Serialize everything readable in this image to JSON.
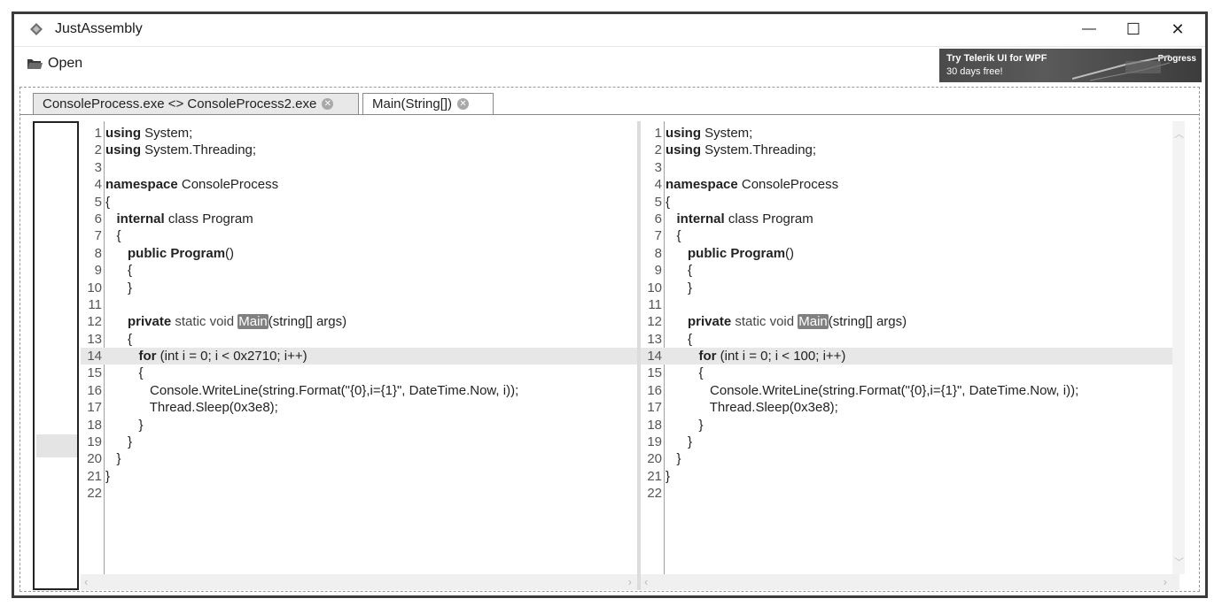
{
  "window": {
    "title": "JustAssembly",
    "minimize_glyph": "—",
    "maximize_glyph": "☐",
    "close_glyph": "✕"
  },
  "toolbar": {
    "open_label": "Open",
    "open_icon": "folder-open-icon"
  },
  "ad": {
    "line1": "Try Telerik UI for WPF",
    "line2": "30 days free!",
    "brand": "Progress"
  },
  "tabs": [
    {
      "label": "ConsoleProcess.exe <> ConsoleProcess2.exe",
      "active": false
    },
    {
      "label": "Main(String[])",
      "active": true
    }
  ],
  "left_pane": {
    "lines": [
      {
        "n": "1",
        "kw": "using",
        "rest": " System;"
      },
      {
        "n": "2",
        "kw": "using",
        "rest": " System.Threading;"
      },
      {
        "n": "3"
      },
      {
        "n": "4",
        "kw": "namespace",
        "rest": " ConsoleProcess"
      },
      {
        "n": "5",
        "rest": "{"
      },
      {
        "n": "6",
        "indent": "   ",
        "kw": "internal",
        "rest": " class Program"
      },
      {
        "n": "7",
        "indent": "   ",
        "rest": "{"
      },
      {
        "n": "8",
        "indent": "      ",
        "kw": "public Program",
        "rest": "()"
      },
      {
        "n": "9",
        "indent": "      ",
        "rest": "{"
      },
      {
        "n": "10",
        "indent": "      ",
        "rest": "}"
      },
      {
        "n": "11"
      },
      {
        "n": "12",
        "indent": "      ",
        "kw": "private",
        "mid": " static void ",
        "main": "Main",
        "rest": "(string[] args)"
      },
      {
        "n": "13",
        "indent": "      ",
        "rest": "{"
      },
      {
        "n": "14",
        "indent": "         ",
        "kw": "for",
        "rest": " (int i = 0; i < 0x2710; i++)",
        "hl": true
      },
      {
        "n": "15",
        "indent": "         ",
        "rest": "{"
      },
      {
        "n": "16",
        "indent": "            ",
        "rest": "Console.WriteLine(string.Format(\"{0},i={1}\", DateTime.Now, i));"
      },
      {
        "n": "17",
        "indent": "            ",
        "rest": "Thread.Sleep(0x3e8);"
      },
      {
        "n": "18",
        "indent": "         ",
        "rest": "}"
      },
      {
        "n": "19",
        "indent": "      ",
        "rest": "}"
      },
      {
        "n": "20",
        "indent": "   ",
        "rest": "}"
      },
      {
        "n": "21",
        "rest": "}"
      },
      {
        "n": "22"
      }
    ]
  },
  "right_pane": {
    "lines": [
      {
        "n": "1",
        "kw": "using",
        "rest": " System;"
      },
      {
        "n": "2",
        "kw": "using",
        "rest": " System.Threading;"
      },
      {
        "n": "3"
      },
      {
        "n": "4",
        "kw": "namespace",
        "rest": " ConsoleProcess"
      },
      {
        "n": "5",
        "rest": "{"
      },
      {
        "n": "6",
        "indent": "   ",
        "kw": "internal",
        "rest": " class Program"
      },
      {
        "n": "7",
        "indent": "   ",
        "rest": "{"
      },
      {
        "n": "8",
        "indent": "      ",
        "kw": "public Program",
        "rest": "()"
      },
      {
        "n": "9",
        "indent": "      ",
        "rest": "{"
      },
      {
        "n": "10",
        "indent": "      ",
        "rest": "}"
      },
      {
        "n": "11"
      },
      {
        "n": "12",
        "indent": "      ",
        "kw": "private",
        "mid": " static void ",
        "main": "Main",
        "rest": "(string[] args)"
      },
      {
        "n": "13",
        "indent": "      ",
        "rest": "{"
      },
      {
        "n": "14",
        "indent": "         ",
        "kw": "for",
        "rest": " (int i = 0; i < 100; i++)",
        "hl": true
      },
      {
        "n": "15",
        "indent": "         ",
        "rest": "{"
      },
      {
        "n": "16",
        "indent": "            ",
        "rest": "Console.WriteLine(string.Format(\"{0},i={1}\", DateTime.Now, i));"
      },
      {
        "n": "17",
        "indent": "            ",
        "rest": "Thread.Sleep(0x3e8);"
      },
      {
        "n": "18",
        "indent": "         ",
        "rest": "}"
      },
      {
        "n": "19",
        "indent": "      ",
        "rest": "}"
      },
      {
        "n": "20",
        "indent": "   ",
        "rest": "}"
      },
      {
        "n": "21",
        "rest": "}"
      },
      {
        "n": "22"
      }
    ]
  },
  "scroll_glyphs": {
    "left": "‹",
    "right": "›",
    "up": "︿",
    "down": "﹀"
  }
}
